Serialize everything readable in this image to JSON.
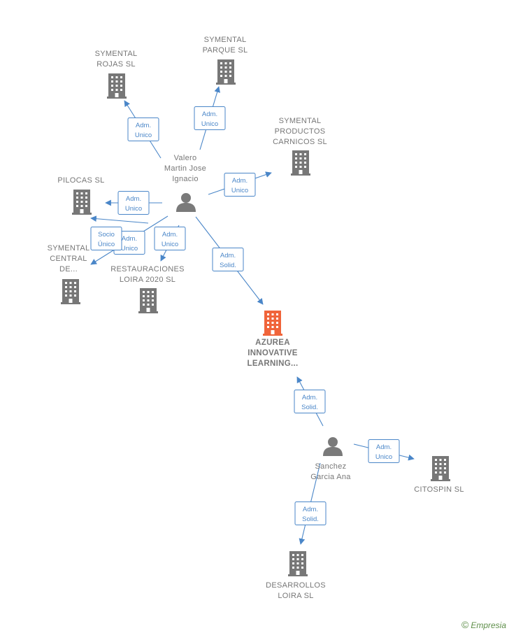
{
  "colors": {
    "edge": "#4a86c8",
    "company": "#777777",
    "company_main": "#f0643a",
    "person": "#7a7a7a",
    "label": "#777777"
  },
  "nodes": [
    {
      "id": "valero",
      "kind": "person",
      "label": [
        "Valero",
        "Martin Jose",
        "Ignacio"
      ]
    },
    {
      "id": "sanchez",
      "kind": "person",
      "label": [
        "Sanchez",
        "Garcia Ana"
      ]
    },
    {
      "id": "azurea",
      "kind": "company_main",
      "label": [
        "AZUREA",
        "INNOVATIVE",
        "LEARNING..."
      ]
    },
    {
      "id": "rojas",
      "kind": "company",
      "label": [
        "SYMENTAL",
        "ROJAS  SL"
      ]
    },
    {
      "id": "parque",
      "kind": "company",
      "label": [
        "SYMENTAL",
        "PARQUE  SL"
      ]
    },
    {
      "id": "productos",
      "kind": "company",
      "label": [
        "SYMENTAL",
        "PRODUCTOS",
        "CARNICOS  SL"
      ]
    },
    {
      "id": "pilocas",
      "kind": "company",
      "label": [
        "PILOCAS  SL"
      ]
    },
    {
      "id": "central",
      "kind": "company",
      "label": [
        "SYMENTAL",
        "CENTRAL",
        "DE..."
      ]
    },
    {
      "id": "restauraciones",
      "kind": "company",
      "label": [
        "RESTAURACIONES",
        "LOIRA 2020  SL"
      ]
    },
    {
      "id": "citospin",
      "kind": "company",
      "label": [
        "CITOSPIN SL"
      ]
    },
    {
      "id": "desarrollos",
      "kind": "company",
      "label": [
        "DESARROLLOS",
        "LOIRA SL"
      ]
    }
  ],
  "edges": [
    {
      "from": "valero",
      "to": "rojas",
      "label": [
        "Adm.",
        "Unico"
      ]
    },
    {
      "from": "valero",
      "to": "parque",
      "label": [
        "Adm.",
        "Unico"
      ]
    },
    {
      "from": "valero",
      "to": "productos",
      "label": [
        "Adm.",
        "Unico"
      ]
    },
    {
      "from": "valero",
      "to": "pilocas",
      "label": [
        "Adm.",
        "Unico"
      ]
    },
    {
      "from": "valero",
      "to": "central",
      "label": [
        "Adm.",
        "Unico"
      ]
    },
    {
      "from": "valero",
      "to": "central",
      "label": [
        "Socio",
        "Único"
      ]
    },
    {
      "from": "valero",
      "to": "restauraciones",
      "label": [
        "Adm.",
        "Unico"
      ]
    },
    {
      "from": "valero",
      "to": "azurea",
      "label": [
        "Adm.",
        "Solid."
      ]
    },
    {
      "from": "sanchez",
      "to": "azurea",
      "label": [
        "Adm.",
        "Solid."
      ]
    },
    {
      "from": "sanchez",
      "to": "citospin",
      "label": [
        "Adm.",
        "Unico"
      ]
    },
    {
      "from": "sanchez",
      "to": "desarrollos",
      "label": [
        "Adm.",
        "Solid."
      ]
    }
  ],
  "brand": {
    "copyright": "©",
    "name": "Empresia"
  }
}
